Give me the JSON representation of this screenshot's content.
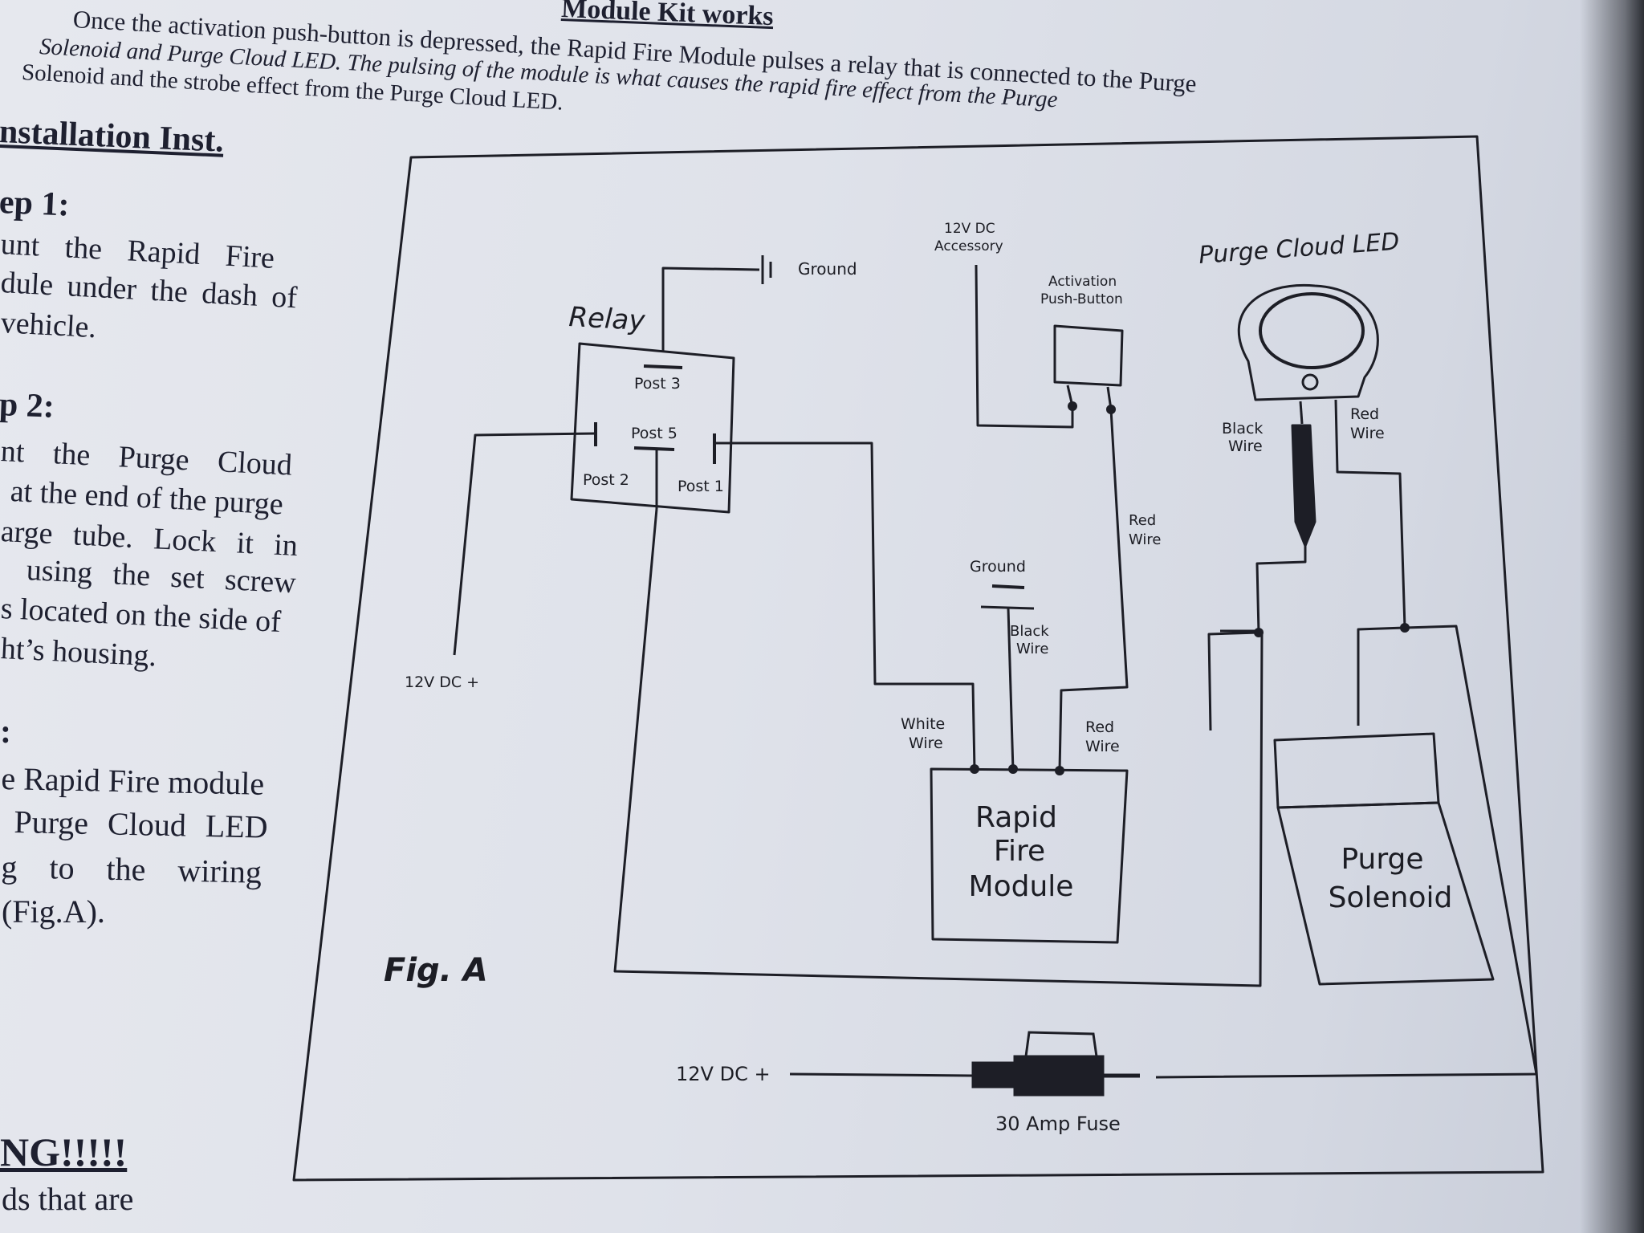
{
  "header": {
    "title_fragment": "Module Kit works",
    "line1": "Once the activation push-button is depressed, the Rapid Fire Module pulses a relay that is connected to the Purge",
    "line2a": "Solenoid and Purge Cloud LED. The pulsing of the module is what causes the rapid fire effect from the Purge",
    "line3": "Solenoid and the strobe effect from the Purge Cloud LED."
  },
  "instructions": {
    "heading": "nstallation Inst.",
    "step1": {
      "heading": "ep 1:",
      "lines": [
        "unt the Rapid Fire",
        "dule under the dash of",
        "vehicle."
      ]
    },
    "step2": {
      "heading": "p 2:",
      "lines": [
        "nt the Purge Cloud",
        "at the end of the purge",
        "arge tube. Lock it in",
        "using the set screw",
        "s located on the side of",
        "ht’s housing."
      ]
    },
    "step3": {
      "heading": ":",
      "lines": [
        "e Rapid Fire module",
        "Purge Cloud LED",
        "g to the wiring",
        "(Fig.A)."
      ]
    },
    "warning": {
      "heading": "NG!!!!!",
      "line": "ds that are"
    }
  },
  "diagram": {
    "figure_label": "Fig. A",
    "relay": {
      "title": "Relay",
      "post3": "Post 3",
      "post5": "Post 5",
      "post2": "Post 2",
      "post1": "Post 1"
    },
    "ground_top": "Ground",
    "accessory": [
      "12V DC",
      "Accessory"
    ],
    "push_button": [
      "Activation",
      "Push-Button"
    ],
    "purge_led_title": "Purge Cloud LED",
    "led_black_wire": [
      "Black",
      "Wire"
    ],
    "led_red_wire": [
      "Red",
      "Wire"
    ],
    "pb_red_wire": [
      "Red",
      "Wire"
    ],
    "ground_mid": "Ground",
    "module_black_wire": [
      "Black",
      "Wire"
    ],
    "module_white_wire": [
      "White",
      "Wire"
    ],
    "module_red_wire": [
      "Red",
      "Wire"
    ],
    "relay_12v": "12V DC +",
    "module": [
      "Rapid",
      "Fire",
      "Module"
    ],
    "solenoid": [
      "Purge",
      "Solenoid"
    ],
    "fuse_12v": "12V DC +",
    "fuse_label": "30 Amp Fuse"
  }
}
